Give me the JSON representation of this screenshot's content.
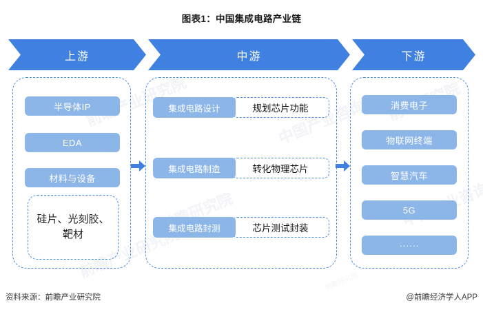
{
  "title": "图表1：中国集成电路产业链",
  "colors": {
    "chevron": "#3f80e0",
    "pill": "#8cb5e8",
    "dashed_border": "#4a90e2",
    "text_dark": "#1f1f1f",
    "background": "#ffffff"
  },
  "stages": {
    "upstream": {
      "header": "上游",
      "items": [
        {
          "label": "半导体IP"
        },
        {
          "label": "EDA"
        },
        {
          "label": "材料与设备"
        }
      ],
      "sub_box": "硅片、光刻胶、靶材"
    },
    "midstream": {
      "header": "中游",
      "rows": [
        {
          "label": "集成电路设计",
          "desc": "规划芯片功能"
        },
        {
          "label": "集成电路制造",
          "desc": "转化物理芯片"
        },
        {
          "label": "集成电路封测",
          "desc": "芯片测试封装"
        }
      ]
    },
    "downstream": {
      "header": "下游",
      "items": [
        {
          "label": "消费电子"
        },
        {
          "label": "物联网终端"
        },
        {
          "label": "智慧汽车"
        },
        {
          "label": "5G"
        },
        {
          "label": "······"
        }
      ]
    }
  },
  "connectors": [
    {
      "name": "upstream-to-midstream"
    },
    {
      "name": "midstream-to-downstream"
    }
  ],
  "footer": {
    "source": "资料来源：前瞻产业研究院",
    "brand": "@前瞻经济学人APP"
  },
  "watermarks": [
    "前瞻产业研究院",
    "中国产业咨询",
    "前瞻研究院"
  ]
}
